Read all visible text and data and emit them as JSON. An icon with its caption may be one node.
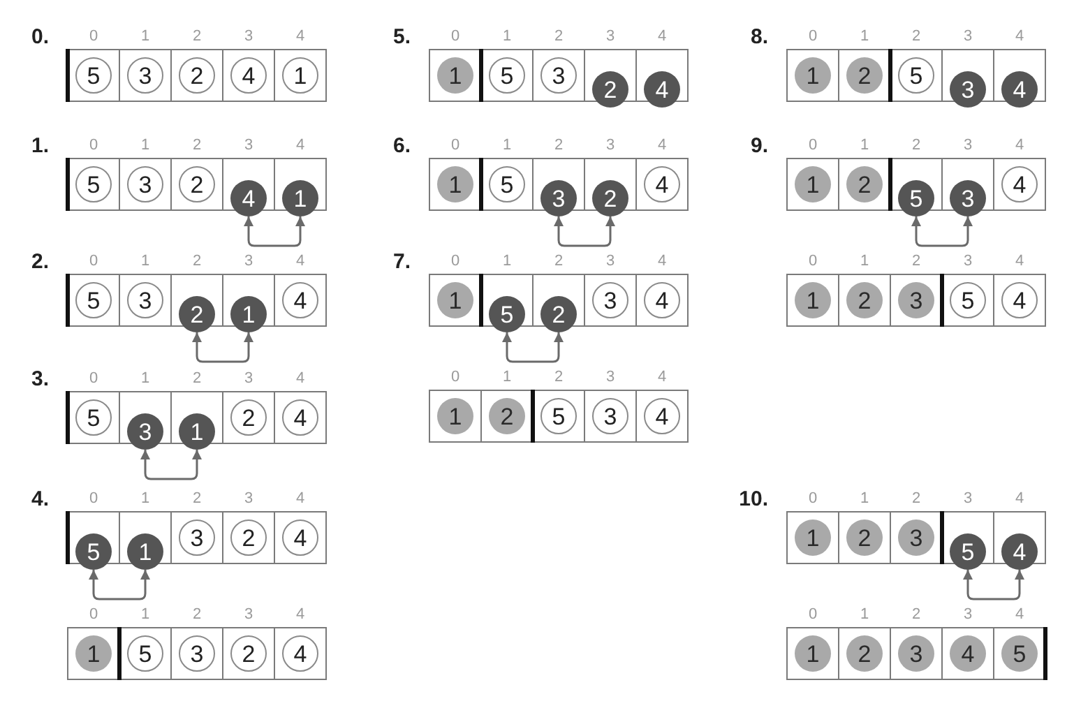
{
  "diagram": {
    "nodes": [
      {
        "text": [
          "5"
        ]
      },
      {
        "text": [
          "3"
        ]
      },
      {
        "text": [
          "2"
        ]
      },
      {
        "text": [
          "4"
        ]
      },
      {
        "text": [
          "1"
        ]
      },
      {
        "text": [
          "5"
        ]
      },
      {
        "text": [
          "3"
        ]
      },
      {
        "text": [
          "2"
        ]
      },
      {
        "text": [
          "4"
        ]
      },
      {
        "text": [
          "1"
        ]
      },
      {
        "text": [
          "5"
        ]
      },
      {
        "text": [
          "3"
        ]
      },
      {
        "text": [
          "2"
        ]
      },
      {
        "text": [
          "1"
        ]
      },
      {
        "text": [
          "4"
        ]
      },
      {
        "text": [
          "5"
        ]
      },
      {
        "text": [
          "3"
        ]
      },
      {
        "text": [
          "1"
        ]
      },
      {
        "text": [
          "2"
        ]
      },
      {
        "text": [
          "4"
        ]
      },
      {
        "text": [
          "5"
        ]
      },
      {
        "text": [
          "1"
        ]
      },
      {
        "text": [
          "3"
        ]
      },
      {
        "text": [
          "2"
        ]
      },
      {
        "text": [
          "4"
        ]
      },
      {
        "text": [
          "1"
        ]
      },
      {
        "text": [
          "5"
        ]
      },
      {
        "text": [
          "3"
        ]
      },
      {
        "text": [
          "2"
        ]
      },
      {
        "text": [
          "4"
        ]
      },
      {
        "text": [
          "1"
        ]
      },
      {
        "text": [
          "5"
        ]
      },
      {
        "text": [
          "3"
        ]
      },
      {
        "text": [
          "2"
        ]
      },
      {
        "text": [
          "4"
        ]
      },
      {
        "text": [
          "1"
        ]
      },
      {
        "text": [
          "5"
        ]
      },
      {
        "text": [
          "3"
        ]
      },
      {
        "text": [
          "2"
        ]
      },
      {
        "text": [
          "4"
        ]
      },
      {
        "text": [
          "1"
        ]
      },
      {
        "text": [
          "5"
        ]
      },
      {
        "text": [
          "2"
        ]
      },
      {
        "text": [
          "3"
        ]
      },
      {
        "text": [
          "4"
        ]
      },
      {
        "text": [
          "1"
        ]
      },
      {
        "text": [
          "2"
        ]
      },
      {
        "text": [
          "5"
        ]
      },
      {
        "text": [
          "3"
        ]
      },
      {
        "text": [
          "4"
        ]
      },
      {
        "text": [
          "1"
        ]
      },
      {
        "text": [
          "2"
        ]
      },
      {
        "text": [
          "5"
        ]
      },
      {
        "text": [
          "3"
        ]
      },
      {
        "text": [
          "4"
        ]
      },
      {
        "text": [
          "1"
        ]
      },
      {
        "text": [
          "2"
        ]
      },
      {
        "text": [
          "5"
        ]
      },
      {
        "text": [
          "3"
        ]
      },
      {
        "text": [
          "4"
        ]
      },
      {
        "text": [
          "1"
        ]
      },
      {
        "text": [
          "2"
        ]
      },
      {
        "text": [
          "3"
        ]
      },
      {
        "text": [
          "5"
        ]
      },
      {
        "text": [
          "4"
        ]
      },
      {
        "text": [
          "1"
        ]
      },
      {
        "text": [
          "2"
        ]
      },
      {
        "text": [
          "3"
        ]
      },
      {
        "text": [
          "5"
        ]
      },
      {
        "text": [
          "4"
        ]
      },
      {
        "text": [
          "1"
        ]
      },
      {
        "text": [
          "2"
        ]
      },
      {
        "text": [
          "3"
        ]
      },
      {
        "text": [
          "4"
        ]
      },
      {
        "text": [
          "5"
        ]
      }
    ],
    "edges": [
      {
        "from": 8,
        "to": 9,
        "arrow": "both"
      },
      {
        "from": 12,
        "to": 13,
        "arrow": "both"
      },
      {
        "from": 16,
        "to": 17,
        "arrow": "both"
      },
      {
        "from": 20,
        "to": 21,
        "arrow": "both"
      },
      {
        "from": 37,
        "to": 38,
        "arrow": "both"
      },
      {
        "from": 41,
        "to": 42,
        "arrow": "both"
      },
      {
        "from": 57,
        "to": 58,
        "arrow": "both"
      },
      {
        "from": 68,
        "to": 69,
        "arrow": "both"
      }
    ],
    "labels": [
      "0.",
      "0",
      "1",
      "2",
      "3",
      "4",
      "1.",
      "0",
      "1",
      "2",
      "3",
      "4",
      "2.",
      "0",
      "1",
      "2",
      "3",
      "4",
      "3.",
      "0",
      "1",
      "2",
      "3",
      "4",
      "4.",
      "0",
      "1",
      "2",
      "3",
      "4",
      "0",
      "1",
      "2",
      "3",
      "4",
      "5.",
      "0",
      "1",
      "2",
      "3",
      "4",
      "6.",
      "0",
      "1",
      "2",
      "3",
      "4",
      "7.",
      "0",
      "1",
      "2",
      "3",
      "4",
      "0",
      "1",
      "2",
      "3",
      "4",
      "8.",
      "0",
      "1",
      "2",
      "3",
      "4",
      "9.",
      "0",
      "1",
      "2",
      "3",
      "4",
      "0",
      "1",
      "2",
      "3",
      "4",
      "10.",
      "0",
      "1",
      "2",
      "3",
      "4",
      "0",
      "1",
      "2",
      "3",
      "4"
    ]
  }
}
